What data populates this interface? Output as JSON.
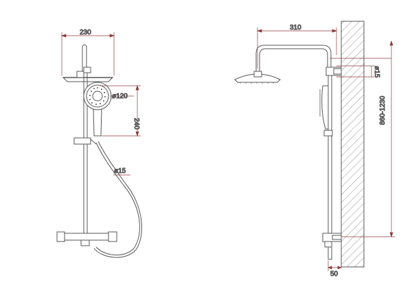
{
  "dimensions": {
    "front_width": "230",
    "hand_shower_diameter": "ø120",
    "hand_shower_height": "240",
    "hose_diameter": "ø15",
    "arm_reach": "310",
    "wall_pipe_diameter": "ø15",
    "height_range": "860-1230",
    "wall_offset": "50"
  },
  "colors": {
    "line": "#555555",
    "dimension": "#8b3a3a",
    "text": "#444444",
    "wall_hatch": "#777777"
  }
}
